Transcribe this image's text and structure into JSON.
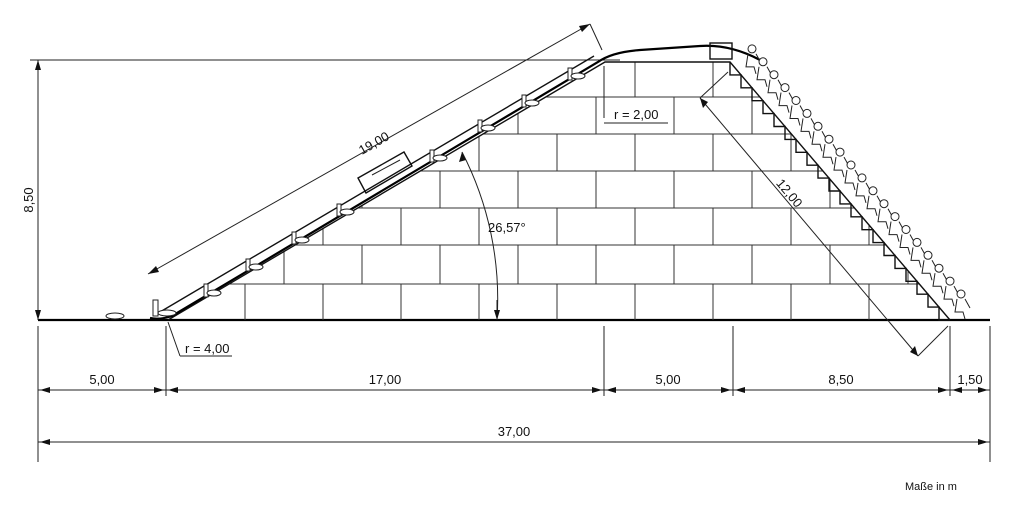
{
  "diagram": {
    "height_label": "8,50",
    "slope_length_label": "19,00",
    "stair_length_label": "12,00",
    "angle_label": "26,57°",
    "radius_top_label": "r = 2,00",
    "radius_bottom_label": "r = 4,00",
    "segments": [
      "5,00",
      "17,00",
      "5,00",
      "8,50",
      "1,50"
    ],
    "total_label": "37,00",
    "units_note": "Maße in m"
  }
}
